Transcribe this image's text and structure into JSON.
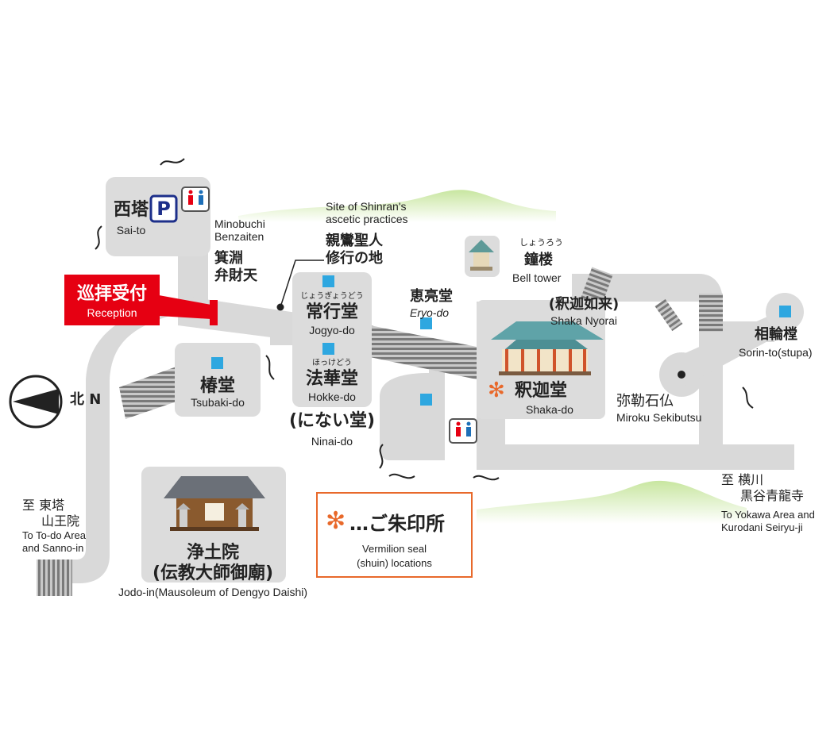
{
  "map": {
    "buildings": {
      "saito": {
        "jp": "西塔",
        "en": "Sai-to"
      },
      "tsubakido": {
        "jp": "椿堂",
        "en": "Tsubaki-do"
      },
      "jogyodo": {
        "ruby": "じょうぎょうどう",
        "jp": "常行堂",
        "en": "Jogyo-do"
      },
      "hokkedo": {
        "ruby": "ほっけどう",
        "jp": "法華堂",
        "en": "Hokke-do"
      },
      "ninaido": {
        "jp": "(にない堂)",
        "en": "Ninai-do"
      },
      "eryodo": {
        "jp": "恵亮堂",
        "en": "Eryo-do"
      },
      "shoro": {
        "ruby": "しょうろう",
        "jp": "鐘楼",
        "en": "Bell tower"
      },
      "shakado": {
        "jp": "釈迦堂",
        "en": "Shaka-do"
      },
      "shaka_nyorai": {
        "jp": "(釈迦如来)",
        "en": "Shaka Nyorai"
      },
      "sorinto": {
        "jp": "相輪樘",
        "en": "Sorin-to(stupa)"
      },
      "miroku": {
        "jp": "弥勒石仏",
        "en": "Miroku Sekibutsu"
      },
      "jodoin": {
        "jp1": "浄土院",
        "jp2": "(伝教大師御廟)",
        "en": "Jodo-in(Mausoleum of Dengyo Daishi)"
      }
    },
    "points": {
      "minobuchi": {
        "jp1": "箕淵",
        "jp2": "弁財天",
        "en1": "Minobuchi",
        "en2": "Benzaiten"
      },
      "shinran": {
        "jp1": "親鸞聖人",
        "jp2": "修行の地",
        "en1": "Site of Shinran's",
        "en2": "ascetic practices"
      }
    },
    "reception": {
      "jp": "巡拝受付",
      "en": "Reception"
    },
    "directions": {
      "toto": {
        "jp1": "至 東塔",
        "jp2": "山王院",
        "en1": "To To-do Area",
        "en2": "and Sanno-in"
      },
      "yokawa": {
        "jp1": "至 横川",
        "jp2": "黒谷青龍寺",
        "en1": "To Yokawa Area and",
        "en2": "Kurodani Seiryu-ji"
      }
    },
    "compass": {
      "label": "北 N"
    },
    "icons": {
      "parking": "P"
    },
    "legend": {
      "symbol": "✻",
      "jp": "…ご朱印所",
      "en1": "Vermilion seal",
      "en2": "(shuin) locations"
    },
    "colors": {
      "area": "#dcdcdc",
      "path": "#d9d9d9",
      "stairs": "#8c8c8c",
      "reception": "#e60012",
      "seal": "#e8692b",
      "pond": "#2ea7e0",
      "hill": "#d6ecb4"
    }
  }
}
